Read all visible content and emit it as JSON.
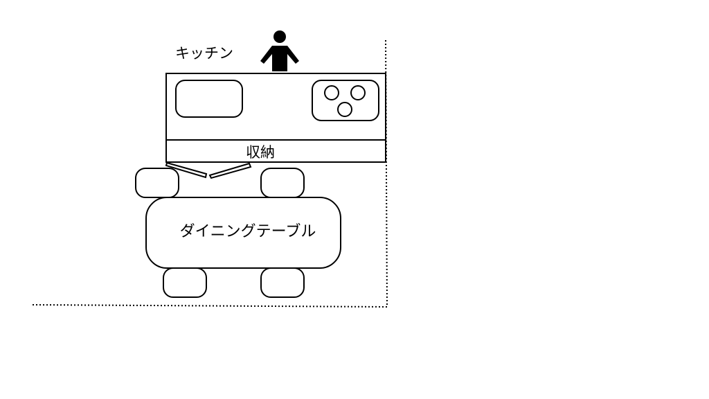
{
  "labels": {
    "kitchen": "キッチン",
    "storage": "収納",
    "dining_table": "ダイニングテーブル"
  },
  "icons": {
    "person": "person-icon"
  },
  "colors": {
    "stroke": "#000000",
    "fill": "#ffffff"
  }
}
